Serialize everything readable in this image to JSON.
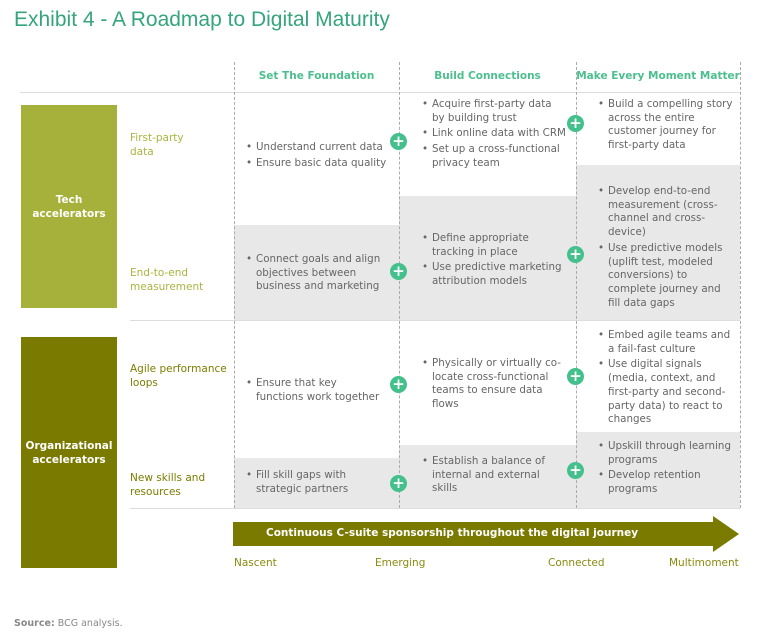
{
  "title": "Exhibit 4 - A Roadmap to Digital Maturity",
  "columns": [
    "Set The Foundation",
    "Build Connections",
    "Make Every Moment Matter"
  ],
  "groups": [
    {
      "label": "Tech accelerators",
      "color": "#a5b13a",
      "rows": [
        "First-party data",
        "End-to-end measurement"
      ]
    },
    {
      "label": "Organizational accelerators",
      "color": "#7a7a00",
      "rows": [
        "Agile performance loops",
        "New skills and resources"
      ]
    }
  ],
  "cells": {
    "tech_fp": [
      [
        "Understand current data",
        "Ensure basic data quality"
      ],
      [
        "Acquire first-party data by building trust",
        "Link online data with CRM",
        "Set up a cross-functional privacy team"
      ],
      [
        "Build a compelling story across the entire customer journey for first-party data"
      ]
    ],
    "tech_e2e": [
      [
        "Connect goals and align objectives between business and marketing"
      ],
      [
        "Define appropriate tracking in place",
        "Use predictive marketing attribution models"
      ],
      [
        "Develop end-to-end measurement (cross-channel and cross-device)",
        "Use predictive models (uplift test, modeled conversions) to complete journey and fill data gaps"
      ]
    ],
    "org_agile": [
      [
        "Ensure that key functions work together"
      ],
      [
        "Physically or virtually co-locate cross-functional teams to ensure data flows"
      ],
      [
        "Embed agile teams and a fail-fast culture",
        "Use digital signals (media, context, and first-party and second-party data) to react to changes"
      ]
    ],
    "org_skills": [
      [
        "Fill skill gaps with strategic partners"
      ],
      [
        "Establish a balance of internal and external skills"
      ],
      [
        "Upskill through learning programs",
        "Develop retention programs"
      ]
    ]
  },
  "arrow": "Continuous C-suite sponsorship throughout the digital journey",
  "stages": [
    "Nascent",
    "Emerging",
    "Connected",
    "Multimoment"
  ],
  "plus_symbol": "+",
  "source_label": "Source:",
  "source_text": "BCG analysis."
}
